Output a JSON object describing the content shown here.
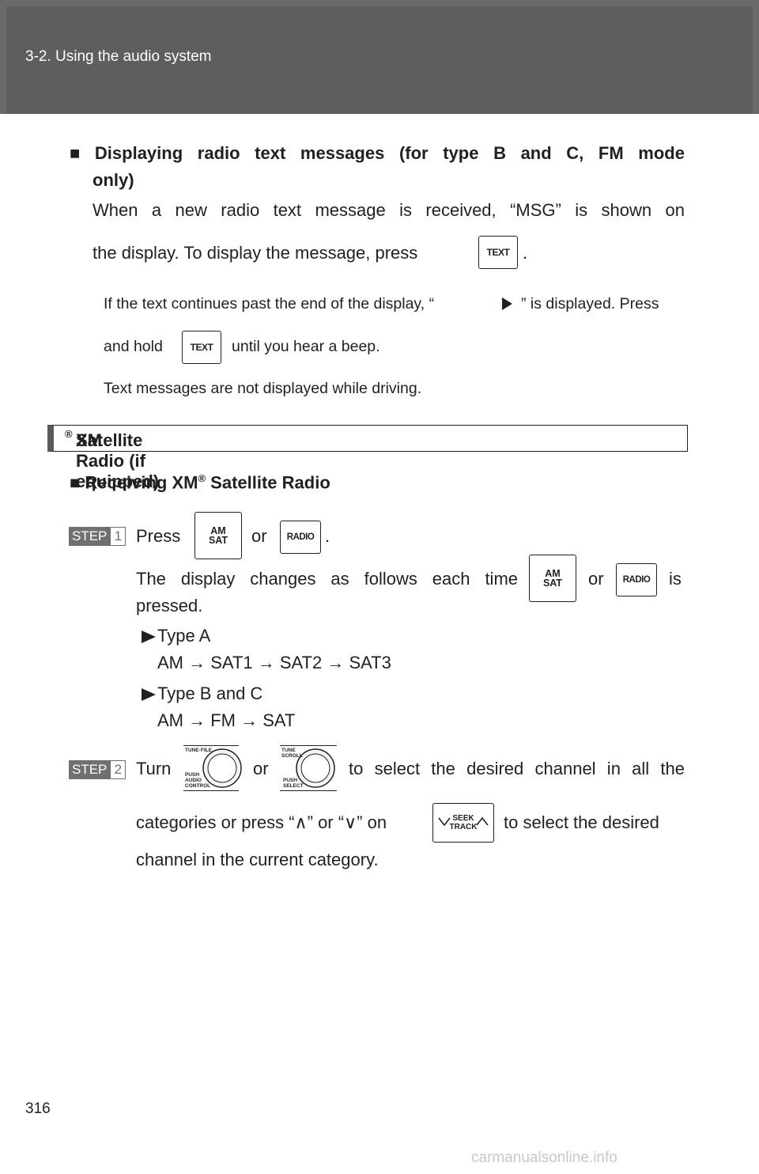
{
  "header": {
    "title": "3-2. Using the audio system"
  },
  "sec1": {
    "heading_l1": [
      "■",
      "Displaying",
      "radio",
      "text",
      "messages",
      "(for",
      "type",
      "B",
      "and",
      "C,",
      "FM",
      "mode"
    ],
    "heading_l2": "only)",
    "p1_l1": [
      "When",
      "a",
      "new",
      "radio",
      "text",
      "message",
      "is",
      "received,",
      "“MSG”",
      "is",
      "shown",
      "on"
    ],
    "p1_l2": "the display. To display the message, press",
    "p1_end": ".",
    "note1_a": "If the text continues past the end of the display, “",
    "note1_b": "” is displayed. Press",
    "note1_c": "and hold",
    "note1_d": "until you hear a beep.",
    "note2": "Text messages are not displayed while driving."
  },
  "keys": {
    "text": "TEXT",
    "am_top": "AM",
    "am_bottom": "SAT",
    "radio": "RADIO",
    "seek_top": "SEEK",
    "seek_bottom": "TRACK",
    "knob1_top": "TUNE·FILE",
    "knob1_b1": "PUSH",
    "knob1_b2": "AUDIO",
    "knob1_b3": "CONTROL",
    "knob2_t1": "TUNE",
    "knob2_t2": "SCROLL",
    "knob2_b1": "PUSH",
    "knob2_b2": "SELECT"
  },
  "sec2": {
    "bar_title": "XM",
    "bar_reg": "®",
    "bar_rest": " Satellite Radio (if equipped)",
    "sub_bullet": "■",
    "sub_title": "Receiving XM",
    "sub_reg": "®",
    "sub_rest": " Satellite Radio"
  },
  "step1": {
    "label": "STEP",
    "num": "1",
    "press": "Press",
    "or": "or",
    "end": ".",
    "p_l1": [
      "The",
      "display",
      "changes",
      "as",
      "follows",
      "each",
      "time"
    ],
    "p_or": "or",
    "p_is": "is",
    "p_l2": "pressed.",
    "typeA": "Type A",
    "typeA_seq": "AM → SAT1 → SAT2 → SAT3",
    "typeBC": "Type B and C",
    "typeBC_seq": "AM → FM → SAT"
  },
  "step2": {
    "label": "STEP",
    "num": "2",
    "turn": "Turn",
    "or": "or",
    "l1_rest": "to select the desired channel in all the",
    "l2_a": "categories or press “∧” or “∨” on",
    "l2_b": "to select the desired",
    "l3": "channel in the current category."
  },
  "page_number": "316",
  "watermark": "carmanualsonline.info"
}
